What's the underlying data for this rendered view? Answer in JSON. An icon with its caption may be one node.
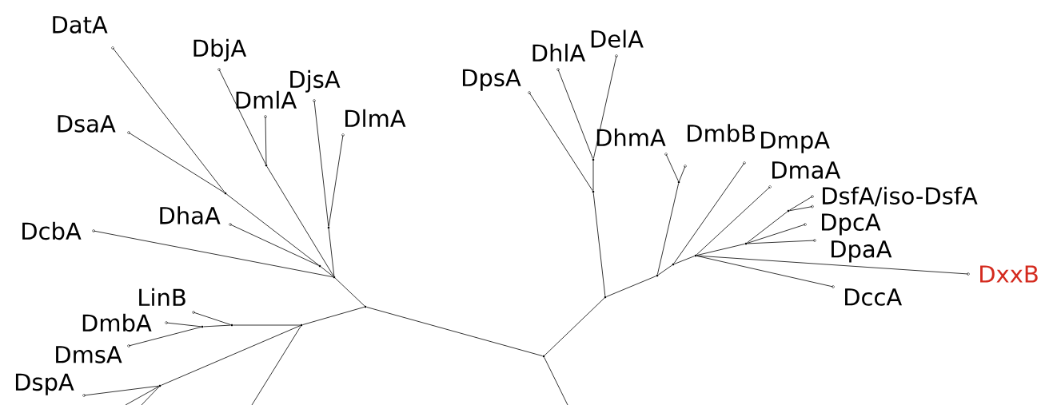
{
  "diagram": {
    "nodes": [
      {
        "text": [
          "DatA"
        ]
      },
      {
        "text": [
          "DbjA"
        ]
      },
      {
        "text": [
          "DmlA"
        ]
      },
      {
        "text": [
          "DjsA"
        ]
      },
      {
        "text": [
          "DlmA"
        ]
      },
      {
        "text": [
          "DsaA"
        ]
      },
      {
        "text": [
          "DhaA"
        ]
      },
      {
        "text": [
          "DcbA"
        ]
      },
      {
        "text": [
          "LinB"
        ]
      },
      {
        "text": [
          "DmbA"
        ]
      },
      {
        "text": [
          "DmsA"
        ]
      },
      {
        "text": [
          "DspA"
        ]
      },
      {
        "text": [
          "DpsA"
        ]
      },
      {
        "text": [
          "DhlA"
        ]
      },
      {
        "text": [
          "DelA"
        ]
      },
      {
        "text": [
          "DhmA"
        ]
      },
      {
        "text": [
          "DmbB"
        ]
      },
      {
        "text": [
          "DmpA"
        ]
      },
      {
        "text": [
          "DmaA"
        ]
      },
      {
        "text": [
          "DsfA/iso-DsfA"
        ]
      },
      {
        "text": [
          "DpcA"
        ]
      },
      {
        "text": [
          "DpaA"
        ]
      },
      {
        "text": [
          "DxxB"
        ]
      },
      {
        "text": [
          "DccA"
        ]
      },
      {
        "text": [],
        "shape": "point"
      },
      {
        "text": [],
        "shape": "point"
      },
      {
        "text": [],
        "shape": "point"
      },
      {
        "text": [],
        "shape": "point"
      },
      {
        "text": [],
        "shape": "point"
      },
      {
        "text": [],
        "shape": "point"
      },
      {
        "text": [],
        "shape": "point"
      },
      {
        "text": [],
        "shape": "point"
      },
      {
        "text": [],
        "shape": "point"
      },
      {
        "text": [],
        "shape": "point"
      },
      {
        "text": [],
        "shape": "point"
      },
      {
        "text": [],
        "shape": "point"
      },
      {
        "text": [],
        "shape": "point"
      },
      {
        "text": [],
        "shape": "point"
      },
      {
        "text": [],
        "shape": "point"
      },
      {
        "text": [],
        "shape": "point"
      },
      {
        "text": [],
        "shape": "point"
      },
      {
        "text": [],
        "shape": "point"
      },
      {
        "text": [],
        "shape": "point"
      },
      {
        "text": [],
        "shape": "point"
      }
    ],
    "edges": [
      {
        "from": 24,
        "to": 25,
        "arrow": "none"
      },
      {
        "from": 25,
        "to": 26,
        "arrow": "none"
      },
      {
        "from": 26,
        "to": 0,
        "arrow": "none"
      },
      {
        "from": 26,
        "to": 5,
        "arrow": "none"
      },
      {
        "from": 25,
        "to": 6,
        "arrow": "none"
      },
      {
        "from": 24,
        "to": 7,
        "arrow": "none"
      },
      {
        "from": 24,
        "to": 27,
        "arrow": "none"
      },
      {
        "from": 27,
        "to": 1,
        "arrow": "none"
      },
      {
        "from": 27,
        "to": 2,
        "arrow": "none"
      },
      {
        "from": 24,
        "to": 28,
        "arrow": "none"
      },
      {
        "from": 28,
        "to": 3,
        "arrow": "none"
      },
      {
        "from": 28,
        "to": 4,
        "arrow": "none"
      },
      {
        "from": 29,
        "to": 24,
        "arrow": "none"
      },
      {
        "from": 29,
        "to": 30,
        "arrow": "none"
      },
      {
        "from": 30,
        "to": 31,
        "arrow": "none"
      },
      {
        "from": 31,
        "to": 8,
        "arrow": "none"
      },
      {
        "from": 31,
        "to": 32,
        "arrow": "none"
      },
      {
        "from": 32,
        "to": 9,
        "arrow": "none"
      },
      {
        "from": 32,
        "to": 10,
        "arrow": "none"
      },
      {
        "from": 30,
        "to": 33,
        "arrow": "none"
      },
      {
        "from": 33,
        "to": 11,
        "arrow": "none"
      },
      {
        "from": 33,
        "to": null,
        "arrow": "none"
      },
      {
        "from": 33,
        "to": null,
        "arrow": "none"
      },
      {
        "from": 30,
        "to": null,
        "arrow": "none"
      },
      {
        "from": 34,
        "to": 29,
        "arrow": "none"
      },
      {
        "from": 34,
        "to": null,
        "arrow": "none"
      },
      {
        "from": 34,
        "to": 35,
        "arrow": "none"
      },
      {
        "from": 35,
        "to": 36,
        "arrow": "none"
      },
      {
        "from": 36,
        "to": 12,
        "arrow": "none"
      },
      {
        "from": 36,
        "to": 37,
        "arrow": "none"
      },
      {
        "from": 37,
        "to": 13,
        "arrow": "none"
      },
      {
        "from": 37,
        "to": 14,
        "arrow": "none"
      },
      {
        "from": 35,
        "to": 38,
        "arrow": "none"
      },
      {
        "from": 38,
        "to": 39,
        "arrow": "none"
      },
      {
        "from": 39,
        "to": 15,
        "arrow": "none"
      },
      {
        "from": 39,
        "to": 16,
        "arrow": "none"
      },
      {
        "from": 38,
        "to": 40,
        "arrow": "none"
      },
      {
        "from": 40,
        "to": 17,
        "arrow": "none"
      },
      {
        "from": 40,
        "to": 41,
        "arrow": "none"
      },
      {
        "from": 41,
        "to": 18,
        "arrow": "none"
      },
      {
        "from": 41,
        "to": 22,
        "arrow": "none"
      },
      {
        "from": 41,
        "to": 23,
        "arrow": "none"
      },
      {
        "from": 41,
        "to": 42,
        "arrow": "none"
      },
      {
        "from": 42,
        "to": 21,
        "arrow": "none"
      },
      {
        "from": 42,
        "to": 20,
        "arrow": "none"
      },
      {
        "from": 42,
        "to": 43,
        "arrow": "none"
      },
      {
        "from": 43,
        "to": 19,
        "arrow": "none"
      },
      {
        "from": 43,
        "to": 19,
        "arrow": "none"
      }
    ]
  }
}
